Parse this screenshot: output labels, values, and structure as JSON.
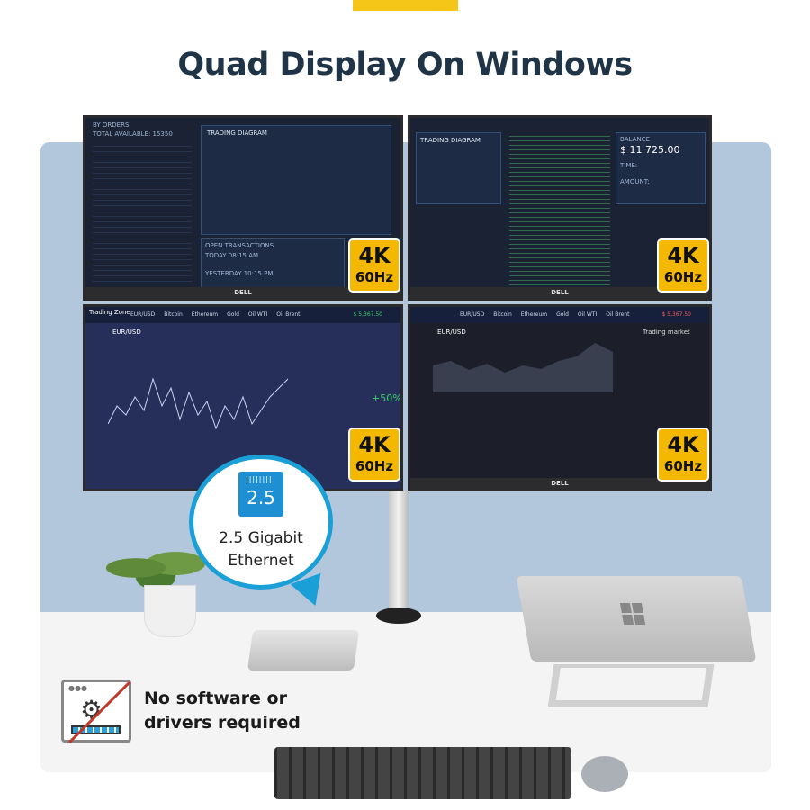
{
  "title": "Quad Display On Windows",
  "brand_accent": "#f5c518",
  "monitors": [
    {
      "brand": "DELL",
      "screen_heading": "TRADING DIAGRAM",
      "side_labels": [
        "BY ORDERS",
        "TOTAL AVAILABLE: 15350",
        "OPEN TRANSACTIONS",
        "TODAY 08:15 AM",
        "YESTERDAY 10:15 PM"
      ],
      "badge": {
        "resolution": "4K",
        "refresh": "60Hz"
      }
    },
    {
      "brand": "DELL",
      "screen_heading": "TRADING DIAGRAM",
      "side_labels": [
        "BALANCE",
        "$ 11 725.00",
        "TIME:",
        "AMOUNT:"
      ],
      "badge": {
        "resolution": "4K",
        "refresh": "60Hz"
      }
    },
    {
      "brand": "",
      "screen_heading": "EUR/USD",
      "app_name": "Trading Zone",
      "tabs": [
        "EUR/USD",
        "Bitcoin",
        "Ethereum",
        "Gold",
        "Oil WTI",
        "Oil Brent"
      ],
      "balance": "$ 5,367.50",
      "profit": "+50%",
      "badge": {
        "resolution": "4K",
        "refresh": "60Hz"
      }
    },
    {
      "brand": "DELL",
      "screen_heading": "EUR/USD",
      "tabs": [
        "EUR/USD",
        "Bitcoin",
        "Ethereum",
        "Gold",
        "Oil WTI",
        "Oil Brent"
      ],
      "balance": "$ 5,367.50",
      "side_labels": [
        "Trading market"
      ],
      "badge": {
        "resolution": "4K",
        "refresh": "60Hz"
      }
    }
  ],
  "callout": {
    "icon": "ethernet-port-icon",
    "icon_label": "2.5",
    "text_line1": "2.5 Gigabit",
    "text_line2": "Ethernet",
    "color": "#1a9fd6"
  },
  "feature": {
    "icon": "no-software-icon",
    "text_line1": "No software or",
    "text_line2": "drivers required"
  }
}
